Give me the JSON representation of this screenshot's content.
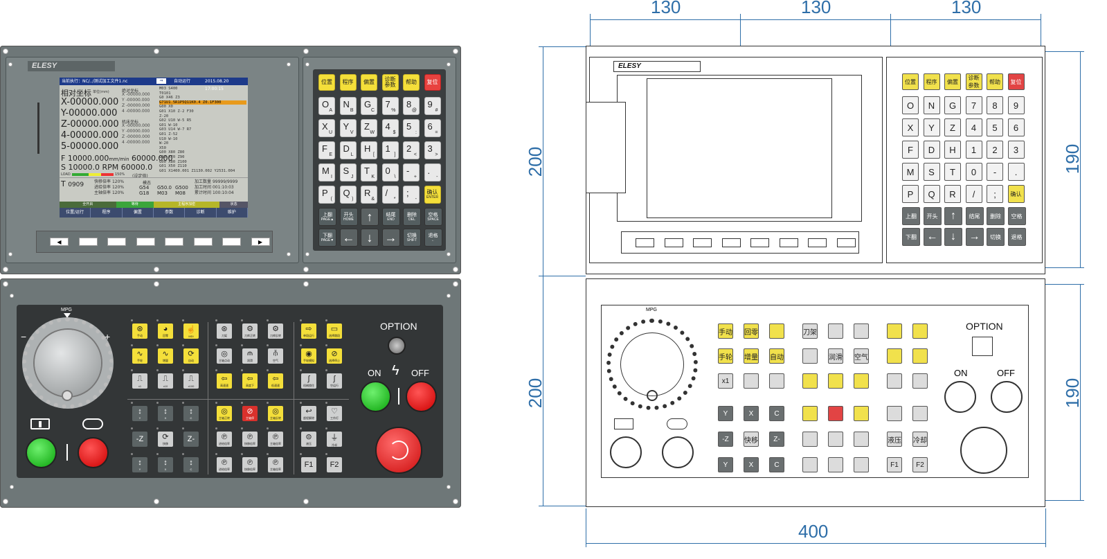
{
  "brand": "ELESY",
  "screen": {
    "status_path": "当前执行：NC/../测试加工文件1.nc",
    "status_mode": "自动运行",
    "status_time": "2015.08.20 17:00:15",
    "rel_title": "相对坐标",
    "rel_unit": "单位(mm)",
    "abs_title": "绝对坐标",
    "mach_title": "机床坐标",
    "axes": [
      {
        "name": "X",
        "value": "-00000.000"
      },
      {
        "name": "Y",
        "value": "-00000.000"
      },
      {
        "name": "Z",
        "value": "-00000.000"
      },
      {
        "name": "4",
        "value": "-00000.000"
      },
      {
        "name": "5",
        "value": "-00000.000"
      }
    ],
    "abs_axes": [
      "X -00000.000",
      "Y -00000.000",
      "Z -00000.000",
      "4 -00000.000"
    ],
    "mach_axes": [
      "X -00000.000",
      "Y -00000.000",
      "Z -00000.000",
      "4 -00000.000"
    ],
    "program_lines": [
      "M03 S400",
      "T0101",
      "G0 X46 Z3",
      "G71U1.5R1P5Q11K0.4 Z0.1F300",
      "G00 X0",
      "G01 X10 Z-2 F30",
      "Z-20",
      "G02 U10 W-5 R5",
      "G01 W-10",
      "G03 U14 W-7 R7",
      "G01 Z-52",
      "U10 W-10",
      "W-20",
      "X50",
      "G00 X80 Z80",
      "G00 X70 Z90",
      "G00 X80 Z100",
      "G01 X50 Z110",
      "G01 X1400.001 Z1130.002 Y2531.004"
    ],
    "highlight_line": 3,
    "feed_label": "F",
    "feed_value": "10000.000",
    "feed_unit": "mm/min",
    "feed_set": "60000.000",
    "spindle_label": "S",
    "spindle_value": "10000.0 RPM",
    "spindle_set": "60000.0",
    "spindle_note": "(设定值)",
    "load_label": "LOAD",
    "load_pct": "150%",
    "tool_label": "T",
    "tool_value": "0909",
    "rates": [
      {
        "label": "快移倍率",
        "value": "120%"
      },
      {
        "label": "进给倍率",
        "value": "120%"
      },
      {
        "label": "主轴倍率",
        "value": "120%"
      }
    ],
    "modal_label": "模态",
    "modal_codes": [
      "G54",
      "G50.0",
      "G500",
      "G18",
      "M03",
      "M08"
    ],
    "counters": [
      {
        "label": "加工数量",
        "value": "99999/9999"
      },
      {
        "label": "加工时间",
        "value": "001:10:03"
      },
      {
        "label": "累计时间",
        "value": "100:10:04"
      }
    ],
    "bar1": [
      "全开启",
      "等待",
      "主程序加密",
      "状态"
    ],
    "menu": [
      "位置/运行",
      "程序",
      "偏置",
      "参数",
      "诊断",
      "维护"
    ]
  },
  "softkeys": {
    "left": "◀",
    "right": "▶"
  },
  "keypad": {
    "top": [
      "位置",
      "程序",
      "偏置",
      "诊断参数",
      "帮助",
      "复位"
    ],
    "rows": [
      [
        {
          "m": "O",
          "s": "A"
        },
        {
          "m": "N",
          "s": "B"
        },
        {
          "m": "G",
          "s": "C"
        },
        {
          "m": "7",
          "s": "%"
        },
        {
          "m": "8",
          "s": "@"
        },
        {
          "m": "9",
          "s": "#"
        }
      ],
      [
        {
          "m": "X",
          "s": "U"
        },
        {
          "m": "Y",
          "s": "V"
        },
        {
          "m": "Z",
          "s": "W"
        },
        {
          "m": "4",
          "s": "$"
        },
        {
          "m": "5",
          "s": ":"
        },
        {
          "m": "6",
          "s": "="
        }
      ],
      [
        {
          "m": "F",
          "s": "E"
        },
        {
          "m": "D",
          "s": "L"
        },
        {
          "m": "H",
          "s": "["
        },
        {
          "m": "1",
          "s": "]"
        },
        {
          "m": "2",
          "s": "<"
        },
        {
          "m": "3",
          "s": ">"
        }
      ],
      [
        {
          "m": "M",
          "s": "I"
        },
        {
          "m": "S",
          "s": "J"
        },
        {
          "m": "T",
          "s": "K"
        },
        {
          "m": "0",
          "s": "\\"
        },
        {
          "m": "-",
          "s": "+"
        },
        {
          "m": ".",
          "s": "-"
        }
      ],
      [
        {
          "m": "P",
          "s": "("
        },
        {
          "m": "Q",
          "s": ")"
        },
        {
          "m": "R",
          "s": "&"
        },
        {
          "m": "/",
          "s": "*"
        },
        {
          "m": ";",
          "s": "-"
        }
      ]
    ],
    "enter": "确认",
    "enter_sub": "ENTER",
    "fn1": [
      {
        "l": "上翻",
        "s": "PAGE▲"
      },
      {
        "l": "开头",
        "s": "HOME"
      },
      {
        "l": "↑",
        "s": ""
      },
      {
        "l": "结尾",
        "s": "END"
      },
      {
        "l": "删除",
        "s": "DEL"
      },
      {
        "l": "空格",
        "s": "SPACE"
      }
    ],
    "fn2": [
      {
        "l": "下翻",
        "s": "PAGE▼"
      },
      {
        "l": "←",
        "s": ""
      },
      {
        "l": "↓",
        "s": ""
      },
      {
        "l": "→",
        "s": ""
      },
      {
        "l": "切换",
        "s": "SHIFT"
      },
      {
        "l": "退格",
        "s": "←"
      }
    ]
  },
  "mcp": {
    "mpg_label": "MPG",
    "mpg_minus": "−",
    "mpg_plus": "+",
    "option_label": "OPTION",
    "on_label": "ON",
    "off_label": "OFF",
    "mode_buttons": [
      {
        "l": "手动",
        "c": "y",
        "i": "⊛"
      },
      {
        "l": "回零",
        "c": "y",
        "i": "◕"
      },
      {
        "l": "MDI",
        "c": "y",
        "i": "☝"
      },
      {
        "l": "手轮",
        "c": "y",
        "i": "∿"
      },
      {
        "l": "增量",
        "c": "y",
        "i": "∿"
      },
      {
        "l": "自动",
        "c": "y",
        "i": "⟳"
      },
      {
        "l": "x1",
        "c": "w",
        "i": "⎍"
      },
      {
        "l": "x10",
        "c": "w",
        "i": "⎍"
      },
      {
        "l": "x100",
        "c": "w",
        "i": "⎍"
      }
    ],
    "aux_buttons": [
      {
        "l": "刀架",
        "c": "w",
        "i": "⊛"
      },
      {
        "l": "刀库正转",
        "c": "w",
        "i": "⚙"
      },
      {
        "l": "刀库反转",
        "c": "w",
        "i": "⚙"
      },
      {
        "l": "主轴点动",
        "c": "w",
        "i": "◎"
      },
      {
        "l": "润滑",
        "c": "w",
        "i": "⫙"
      },
      {
        "l": "空气",
        "c": "w",
        "i": "⫚"
      },
      {
        "l": "高速速",
        "c": "y",
        "i": "⇦"
      },
      {
        "l": "高度下",
        "c": "y",
        "i": "⇦"
      },
      {
        "l": "低速速",
        "c": "y",
        "i": "⇦"
      }
    ],
    "run_buttons": [
      {
        "l": "单段运行",
        "c": "y",
        "i": "⇨"
      },
      {
        "l": "选择跳段",
        "c": "y",
        "i": "▭"
      },
      {
        "l": "手轮模拟",
        "c": "y",
        "i": "◉"
      },
      {
        "l": "选择停止",
        "c": "y",
        "i": "⊘"
      },
      {
        "l": "机械锁住",
        "c": "w",
        "i": "∫"
      },
      {
        "l": "空运行",
        "c": "w",
        "i": "∫"
      }
    ],
    "axis_buttons": [
      {
        "l": "Y",
        "c": "d",
        "i": "↕"
      },
      {
        "l": "X",
        "c": "d",
        "i": "↕"
      },
      {
        "l": "C",
        "c": "d",
        "i": "↕"
      },
      {
        "l": "-Z",
        "c": "d",
        "i": ""
      },
      {
        "l": "快移",
        "c": "w",
        "i": "⟳"
      },
      {
        "l": "Z-",
        "c": "d",
        "i": ""
      },
      {
        "l": "Y",
        "c": "d",
        "i": "↕"
      },
      {
        "l": "X",
        "c": "d",
        "i": "↕"
      },
      {
        "l": "C",
        "c": "d",
        "i": "↕"
      }
    ],
    "spindle_buttons": [
      {
        "l": "主轴正转",
        "c": "y",
        "i": "◎"
      },
      {
        "l": "主轴停",
        "c": "r",
        "i": "⊘"
      },
      {
        "l": "主轴反转",
        "c": "y",
        "i": "◎"
      },
      {
        "l": "进给倍率",
        "c": "w",
        "i": "℗"
      },
      {
        "l": "快移倍率",
        "c": "w",
        "i": "℗"
      },
      {
        "l": "主轴倍率",
        "c": "w",
        "i": "℗"
      },
      {
        "l": "进给倍率",
        "c": "w",
        "i": "℗"
      },
      {
        "l": "快移倍率",
        "c": "w",
        "i": "℗"
      },
      {
        "l": "主轴倍率",
        "c": "w",
        "i": "℗"
      }
    ],
    "misc_buttons": [
      {
        "l": "超程解除",
        "c": "w",
        "i": "↩"
      },
      {
        "l": "工作灯",
        "c": "w",
        "i": "♡"
      },
      {
        "l": "液压",
        "c": "w",
        "i": "⊜"
      },
      {
        "l": "冷却",
        "c": "w",
        "i": "⏚"
      },
      {
        "l": "F1",
        "c": "w",
        "i": ""
      },
      {
        "l": "F2",
        "c": "w",
        "i": ""
      }
    ]
  },
  "dims": {
    "top1": "130",
    "top2": "130",
    "top3": "130",
    "left_top": "200",
    "left_bottom": "200",
    "right_top": "190",
    "right_bottom": "190",
    "bottom": "400"
  },
  "drawing": {
    "top": [
      "位置",
      "程序",
      "偏置",
      "诊断参数",
      "帮助",
      "复位"
    ],
    "rows": [
      [
        "O",
        "N",
        "G",
        "7",
        "8",
        "9"
      ],
      [
        "X",
        "Y",
        "Z",
        "4",
        "5",
        "6"
      ],
      [
        "F",
        "D",
        "H",
        "1",
        "2",
        "3"
      ],
      [
        "M",
        "S",
        "T",
        "0",
        "-",
        "."
      ],
      [
        "P",
        "Q",
        "R",
        "/",
        ";",
        "确认"
      ]
    ],
    "fn1": [
      "上翻",
      "开头",
      "↑",
      "结尾",
      "删除",
      "空格"
    ],
    "fn2": [
      "下翻",
      "←",
      "↓",
      "→",
      "切换",
      "退格"
    ],
    "mpg": "MPG",
    "option": "OPTION",
    "on": "ON",
    "off": "OFF",
    "f1": "F1",
    "f2": "F2"
  }
}
